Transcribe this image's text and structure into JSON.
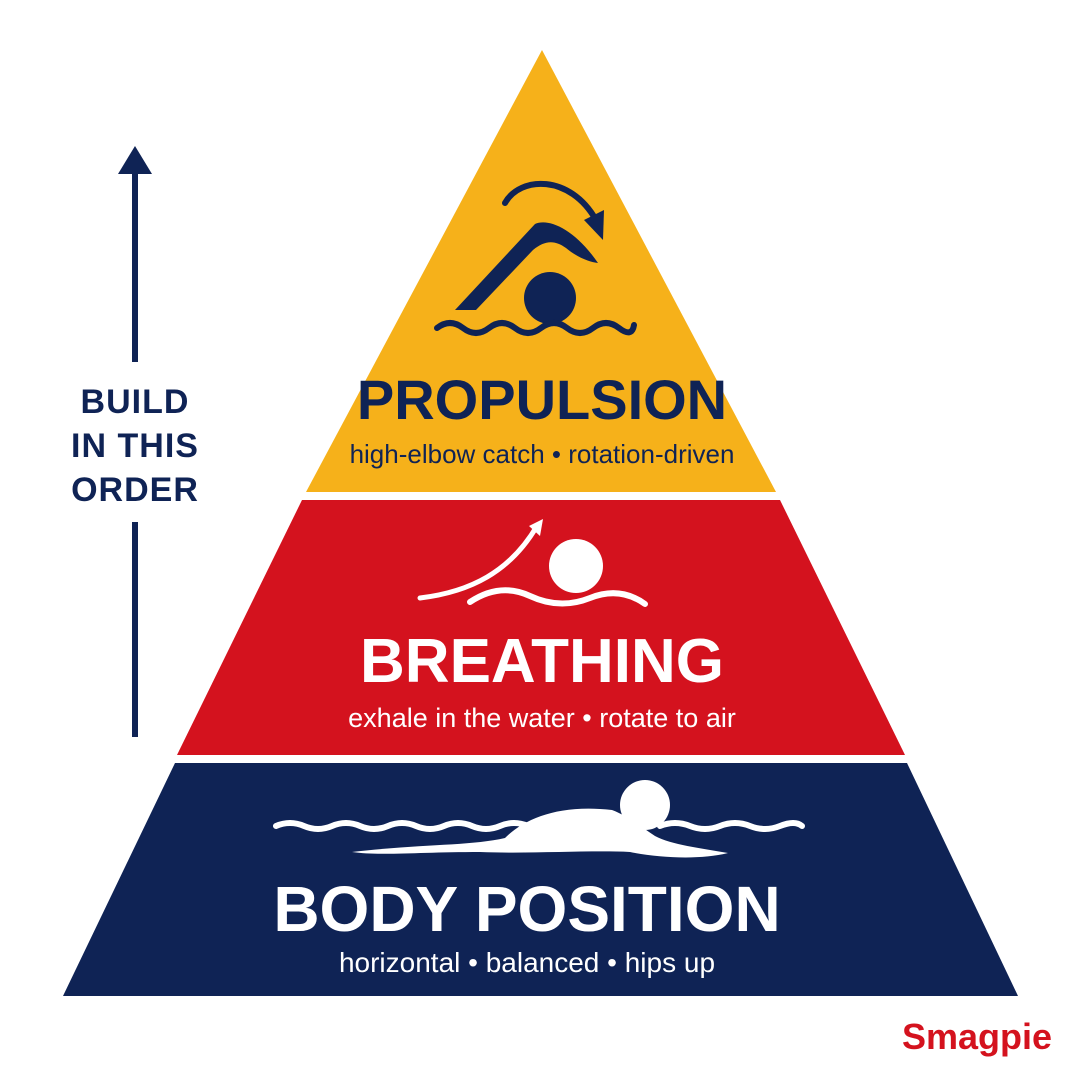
{
  "colors": {
    "navy": "#0f2355",
    "red": "#d4121e",
    "gold": "#f6b11a",
    "white": "#ffffff",
    "brand_red": "#d4121e"
  },
  "side_label": {
    "line1": "BUILD",
    "line2": "IN THIS",
    "line3": "ORDER"
  },
  "tiers": {
    "propulsion": {
      "title": "PROPULSION",
      "subtitle": "high-elbow catch • rotation-driven",
      "icon": "freestyle-stroke-icon"
    },
    "breathing": {
      "title": "BREATHING",
      "subtitle": "exhale in the water • rotate to air",
      "icon": "breathing-swimmer-icon"
    },
    "body_position": {
      "title": "BODY POSITION",
      "subtitle": "horizontal • balanced • hips up",
      "icon": "floating-swimmer-icon"
    }
  },
  "brand": {
    "name": "Smagpie"
  }
}
